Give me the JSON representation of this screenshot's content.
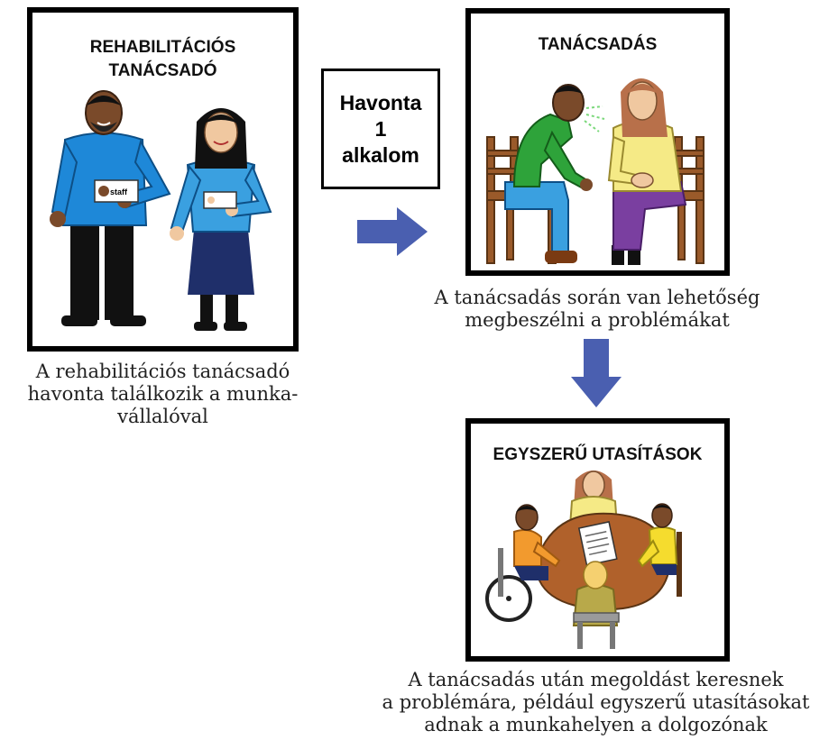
{
  "cards": {
    "counselor": {
      "title_lines": [
        "REHABILITÁCIÓS",
        "TANÁCSADÓ"
      ],
      "badge_text": "staff",
      "caption_lines": [
        "A rehabilitációs tanácsadó",
        "havonta találkozik a munka-",
        "vállalóval"
      ]
    },
    "counseling": {
      "title": "TANÁCSADÁS",
      "caption_lines": [
        "A tanácsadás során van lehetőség",
        "megbeszélni a problémákat"
      ]
    },
    "instructions": {
      "title": "EGYSZERŰ UTASÍTÁSOK",
      "caption_lines": [
        "A tanácsadás után megoldást keresnek",
        "a problémára, például egyszerű utasításokat",
        "adnak a munkahelyen a dolgozónak"
      ]
    }
  },
  "frequency": {
    "lines": [
      "Havonta",
      "1",
      "alkalom"
    ]
  },
  "colors": {
    "arrow": "#4a5fb0",
    "border": "#000000",
    "shirt_blue": "#1e88d8",
    "shirt_green": "#2ea33a",
    "shirt_yellow": "#f5ea86",
    "skirt_purple": "#7a3fa0",
    "table_brown": "#b0612b",
    "chair_brown": "#9a5a2a"
  },
  "icons": [
    "right-arrow-icon",
    "down-arrow-icon"
  ]
}
